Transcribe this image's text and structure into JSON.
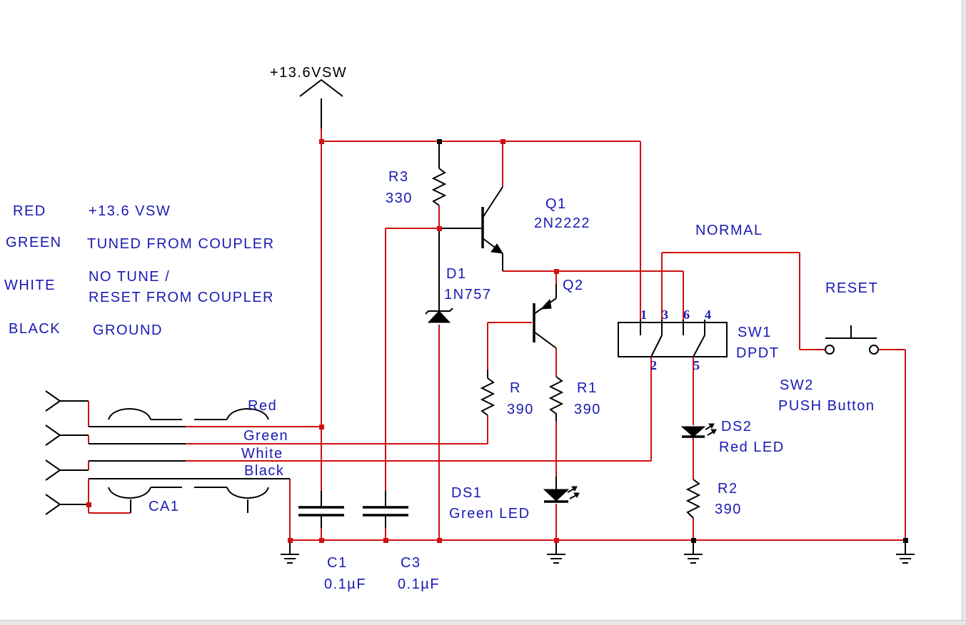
{
  "supply": {
    "label": "+13.6VSW"
  },
  "legend": [
    {
      "color": "RED",
      "description": "+13.6 VSW"
    },
    {
      "color": "GREEN",
      "description": "TUNED FROM COUPLER"
    },
    {
      "color": "WHITE",
      "description": "NO TUNE /",
      "description2": "RESET FROM COUPLER"
    },
    {
      "color": "BLACK",
      "description": "GROUND"
    }
  ],
  "components": {
    "r3": {
      "ref": "R3",
      "value": "330"
    },
    "q1": {
      "ref": "Q1",
      "value": "2N2222"
    },
    "d1": {
      "ref": "D1",
      "value": "1N757"
    },
    "q2": {
      "ref": "Q2"
    },
    "r": {
      "ref": "R",
      "value": "390"
    },
    "r1": {
      "ref": "R1",
      "value": "390"
    },
    "ds1": {
      "ref": "DS1",
      "value": "Green LED"
    },
    "c1": {
      "ref": "C1",
      "value": "0.1µF"
    },
    "c3": {
      "ref": "C3",
      "value": "0.1µF"
    },
    "sw1": {
      "ref": "SW1",
      "value": "DPDT",
      "pins": [
        "1",
        "3",
        "6",
        "4",
        "2",
        "5"
      ]
    },
    "ds2": {
      "ref": "DS2",
      "value": "Red LED"
    },
    "r2": {
      "ref": "R2",
      "value": "390"
    },
    "sw2": {
      "ref": "SW2",
      "value": "PUSH Button"
    },
    "ca1": {
      "ref": "CA1"
    }
  },
  "labels": {
    "normal": "NORMAL",
    "reset": "RESET"
  },
  "cable_wires": [
    "Red",
    "Green",
    "White",
    "Black"
  ],
  "colors": {
    "wire": "#d01010",
    "component": "#000000",
    "text": "#1a1ab4"
  }
}
